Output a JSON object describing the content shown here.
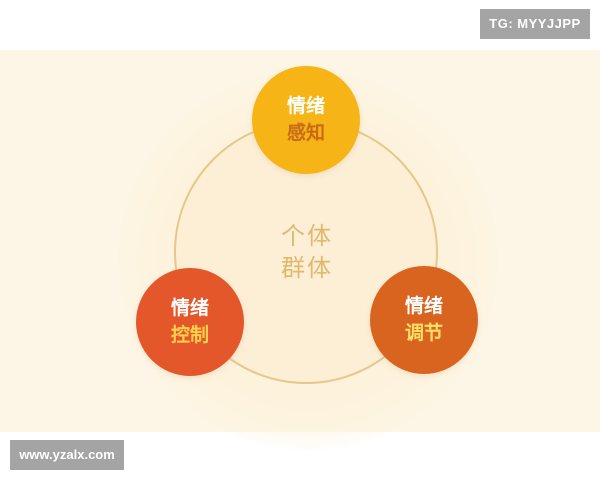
{
  "watermarks": {
    "top_right": "TG: MYYJJPP",
    "bottom_left": "www.yzalx.com"
  },
  "diagram": {
    "center": {
      "line1": "个体",
      "line2": "群体"
    },
    "nodes": {
      "top": {
        "line1": "情绪",
        "line2": "感知",
        "color": "#f7b417"
      },
      "left": {
        "line1": "情绪",
        "line2": "控制",
        "color": "#e3572b"
      },
      "right": {
        "line1": "情绪",
        "line2": "调节",
        "color": "#d9641f"
      }
    },
    "ring_color": "#e6c88a",
    "background_color": "#fdf6e6"
  }
}
